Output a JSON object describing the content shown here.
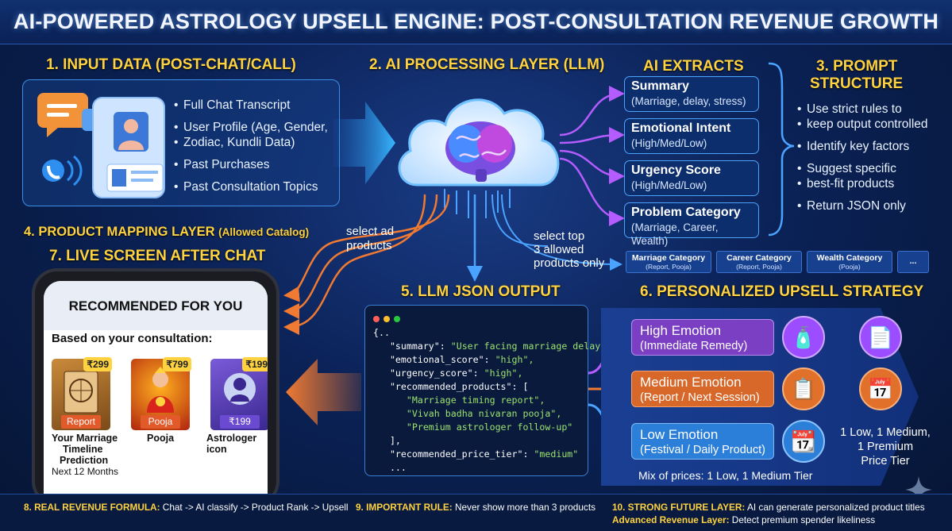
{
  "title": "AI-POWERED ASTROLOGY UPSELL ENGINE: POST-CONSULTATION REVENUE GROWTH",
  "input": {
    "heading": "1. INPUT DATA (POST-CHAT/CALL)",
    "items": [
      "Full Chat Transcript",
      "User Profile (Age, Gender,",
      "Zodiac, Kundli Data)",
      "Past Purchases",
      "Past Consultation Topics"
    ]
  },
  "processing": {
    "heading": "2. AI PROCESSING LAYER (LLM)"
  },
  "extracts": {
    "heading": "AI EXTRACTS",
    "items": [
      {
        "title": "Summary",
        "sub": "(Marriage, delay, stress)"
      },
      {
        "title": "Emotional Intent",
        "sub": "(High/Med/Low)"
      },
      {
        "title": "Urgency Score",
        "sub": "(High/Med/Low)"
      },
      {
        "title": "Problem Category",
        "sub": "(Marriage, Career, Wealth)"
      }
    ]
  },
  "prompt": {
    "heading_line1": "3. PROMPT",
    "heading_line2": "STRUCTURE",
    "items": [
      "Use strict rules to",
      "keep output controlled",
      "Identify key factors",
      "Suggest specific",
      "best-fit products",
      "Return JSON only"
    ]
  },
  "mapping": {
    "heading": "4. PRODUCT MAPPING LAYER",
    "heading_note": "(Allowed Catalog)",
    "select_ad_1": "select ad",
    "select_ad_2": "products",
    "select_top_1": "select top",
    "select_top_2": "3 allowed",
    "select_top_3": "products only",
    "categories": [
      {
        "title": "Marriage Category",
        "sub": "(Report, Pooja)"
      },
      {
        "title": "Career Category",
        "sub": "(Report, Pooja)"
      },
      {
        "title": "Wealth Category",
        "sub": "(Pooja)"
      },
      {
        "title": "...",
        "sub": ""
      }
    ]
  },
  "json_output": {
    "heading": "5. LLM JSON OUTPUT",
    "lines": [
      {
        "k": "{..",
        "v": ""
      },
      {
        "k": "   \"summary\": ",
        "v": "\"User facing marriage delay...\","
      },
      {
        "k": "   \"emotional_score\": ",
        "v": "\"high\","
      },
      {
        "k": "   \"urgency_score\": ",
        "v": "\"high\","
      },
      {
        "k": "   \"recommended_products\": [",
        "v": ""
      },
      {
        "k": "      ",
        "v": "\"Marriage timing report\","
      },
      {
        "k": "      ",
        "v": "\"Vivah badha nivaran pooja\","
      },
      {
        "k": "      ",
        "v": "\"Premium astrologer follow-up\""
      },
      {
        "k": "   ],",
        "v": ""
      },
      {
        "k": "   \"recommended_price_tier\": ",
        "v": "\"medium\""
      },
      {
        "k": "   ...",
        "v": ""
      }
    ]
  },
  "strategy": {
    "heading": "6. PERSONALIZED UPSELL STRATEGY",
    "tiers": [
      {
        "title": "High Emotion",
        "sub": "(Immediate Remedy)",
        "color": "#7b3fc4"
      },
      {
        "title": "Medium Emotion",
        "sub": "(Report / Next Session)",
        "color": "#e0702a"
      },
      {
        "title": "Low Emotion",
        "sub": "(Festival / Daily Product)",
        "color": "#2b7fd9"
      }
    ],
    "mix_line1": "1 Low, 1 Medium,",
    "mix_line2": "1 Premium",
    "mix_line3": "Price Tier",
    "mix_prices": "Mix of prices: 1 Low, 1 Medium Tier"
  },
  "live_screen": {
    "heading": "7. LIVE SCREEN AFTER CHAT",
    "title": "RECOMMENDED FOR YOU",
    "subtitle": "Based on your consultation:",
    "products": [
      {
        "price": "₹299",
        "tag": "Report",
        "name1": "Your Marriage",
        "name2": "Timeline",
        "name3": "Prediction",
        "note": "Next 12 Months"
      },
      {
        "price": "₹799",
        "tag": "Pooja",
        "name1": "Pooja",
        "name2": "",
        "name3": "",
        "note": ""
      },
      {
        "price": "₹199",
        "tag": "₹199",
        "name1": "Astrologer",
        "name2": "icon",
        "name3": "",
        "note": ""
      }
    ]
  },
  "footer": {
    "f8_label": "8. REAL REVENUE FORMULA:",
    "f8_text": " Chat -> AI classify -> Product Rank -> Upsell",
    "f9_label": "9. IMPORTANT RULE:",
    "f9_text": " Never show more than 3 products",
    "f10_label": "10. STRONG FUTURE LAYER:",
    "f10_text": " AI can generate personalized product titles",
    "f11_label": "Advanced Revenue Layer:",
    "f11_text": " Detect premium spender likeliness"
  },
  "colors": {
    "accent": "#ffd23f",
    "bg": "#0b2257",
    "cyan": "#4aa3ff",
    "purple": "#9b4dff",
    "orange": "#f07a32"
  }
}
